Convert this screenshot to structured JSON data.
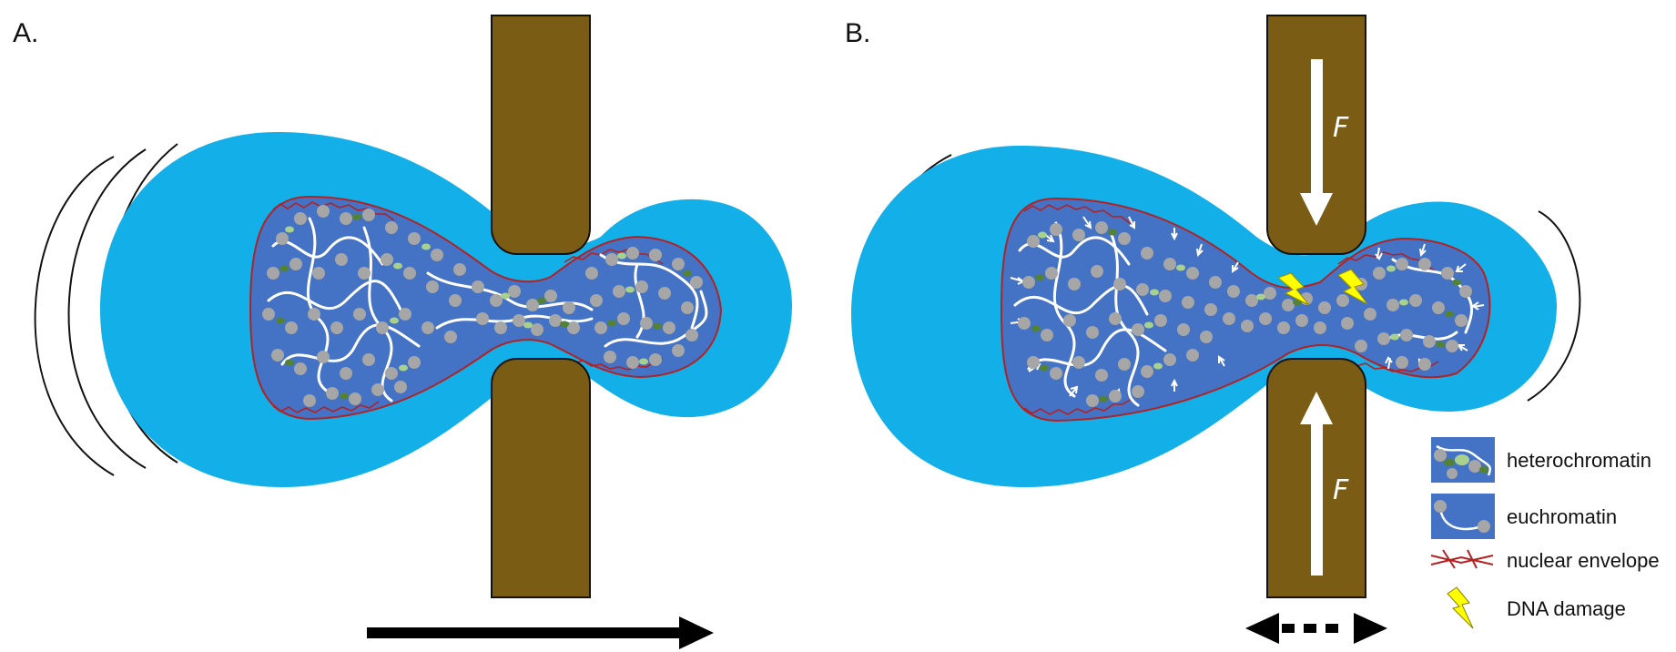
{
  "panels": {
    "a": {
      "label": "A."
    },
    "b": {
      "label": "B."
    }
  },
  "force": {
    "label": "F"
  },
  "legend": {
    "items": [
      {
        "key": "heterochromatin",
        "label": "heterochromatin"
      },
      {
        "key": "euchromatin",
        "label": "euchromatin"
      },
      {
        "key": "nuclear_envelope",
        "label": "nuclear envelope"
      },
      {
        "key": "dna_damage",
        "label": "DNA damage"
      }
    ]
  },
  "colors": {
    "cytoplasm": "#12afe9",
    "nucleus": "#4472c4",
    "pillar": "#7a5c14",
    "nuclear_envelope": "#b22222",
    "euchromatin_bead": "#a6a6a6",
    "heterochromatin_light": "#a9d18e",
    "heterochromatin_dark": "#548235",
    "dna_damage": "#ffff00",
    "arrow": "#000000"
  }
}
